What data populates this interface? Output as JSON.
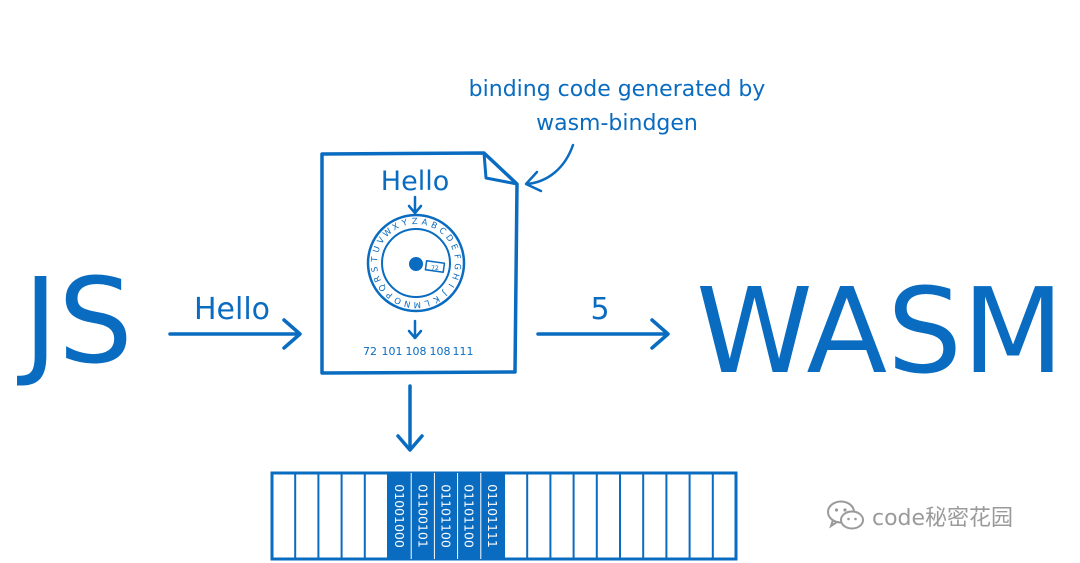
{
  "diagram": {
    "js_label": "JS",
    "wasm_label": "WASM",
    "input_string": "Hello",
    "output_value": "5",
    "doc_hello": "Hello",
    "annotation_line1": "binding code generated by",
    "annotation_line2": "wasm-bindgen",
    "codes": [
      "72",
      "101",
      "108",
      "108",
      "111"
    ],
    "cipher_letters": [
      "A",
      "B",
      "C",
      "D",
      "E",
      "F",
      "G",
      "H",
      "I",
      "J",
      "K",
      "L",
      "M",
      "N",
      "O",
      "P",
      "Q",
      "R",
      "S",
      "T",
      "U",
      "V",
      "W",
      "X",
      "Y",
      "Z"
    ],
    "cipher_marker": "72",
    "memory_bytes": [
      "01001000",
      "01100101",
      "01101100",
      "01101100",
      "01101111"
    ]
  },
  "watermark": {
    "text": "code秘密花园",
    "icon": "wechat-icon"
  },
  "colors": {
    "accent": "#0a6cc0",
    "watermark": "#9a9a9a",
    "background": "#ffffff"
  }
}
